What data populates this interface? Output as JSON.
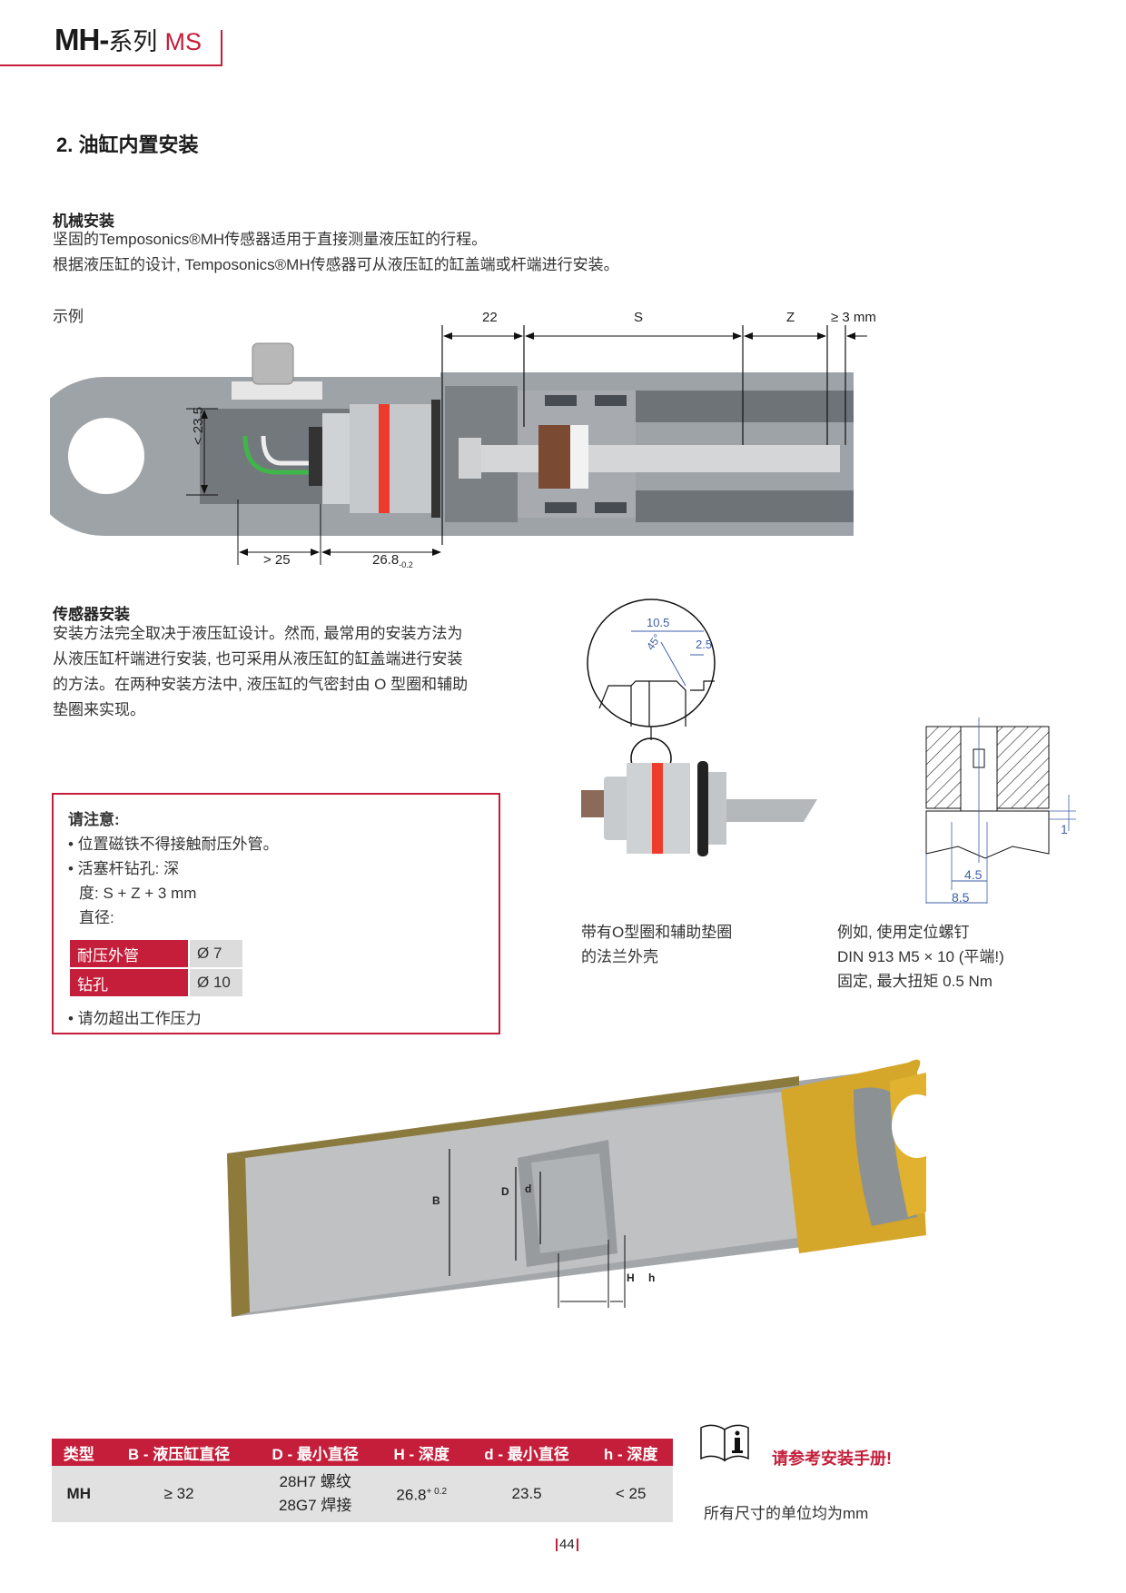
{
  "header": {
    "series_bold": "MH-",
    "series_label": "系列",
    "series_code": "MS"
  },
  "section": {
    "title": "2. 油缸内置安装"
  },
  "mechanical": {
    "heading": "机械安装",
    "line1": "坚固的Temposonics®MH传感器适用于直接测量液压缸的行程。",
    "line2": "根据液压缸的设计, Temposonics®MH传感器可从液压缸的缸盖端或杆端进行安装。"
  },
  "example": {
    "label": "示例",
    "dims": {
      "d22": "22",
      "s": "S",
      "z": "Z",
      "min3": "≥ 3 mm",
      "h235": "< 23.5",
      "gt25": "> 25",
      "d268": "26.8",
      "d268_tol": "-0.2"
    }
  },
  "sensor_install": {
    "heading": "传感器安装",
    "lines": [
      "安装方法完全取决于液压缸设计。然而, 最常用的安装方法为",
      "从液压缸杆端进行安装, 也可采用从液压缸的缸盖端进行安装",
      "的方法。在两种安装方法中, 液压缸的气密封由 O 型圈和辅助",
      "垫圈来实现。"
    ]
  },
  "note": {
    "title": "请注意:",
    "bullet1": "• 位置磁铁不得接触耐压外管。",
    "bullet2a": "• 活塞杆钻孔: 深",
    "bullet2b": "度: S + Z + 3 mm",
    "bullet2c": "直径:",
    "table": [
      {
        "label": "耐压外管",
        "value": "Ø  7"
      },
      {
        "label": "钻孔",
        "value": "Ø 10"
      }
    ],
    "bullet3": "• 请勿超出工作压力"
  },
  "detail": {
    "dim_105": "10.5",
    "dim_25": "2.5",
    "angle": "45°",
    "caption_line1": "带有O型圈和辅助垫圈",
    "caption_line2": "的法兰外壳"
  },
  "screw": {
    "dim_1": "1",
    "dim_45": "4.5",
    "dim_85": "8.5",
    "caption_line1": "例如, 使用定位螺钉",
    "caption_line2": "DIN 913 M5 × 10 (平端!)",
    "caption_line3": "固定, 最大扭矩 0.5 Nm"
  },
  "cylinder3d": {
    "labels": {
      "B": "B",
      "D": "D",
      "d": "d",
      "H": "H",
      "h": "h"
    }
  },
  "spec_table": {
    "headers": [
      "类型",
      "B - 液压缸直径",
      "D - 最小直径",
      "H - 深度",
      "d - 最小直径",
      "h - 深度"
    ],
    "row": {
      "type": "MH",
      "B": "≥ 32",
      "D_line1": "28H7 螺纹",
      "D_line2": "28G7 焊接",
      "H": "26.8",
      "H_tol": "+ 0.2",
      "d": "23.5",
      "h": "< 25"
    }
  },
  "reference": {
    "text": "请参考安装手册!",
    "units": "所有尺寸的单位均为mm"
  },
  "footer": {
    "page": "44"
  },
  "colors": {
    "accent": "#c41e3a",
    "table_row": "#e1e1e1",
    "dim_blue": "#3d5fa8"
  }
}
